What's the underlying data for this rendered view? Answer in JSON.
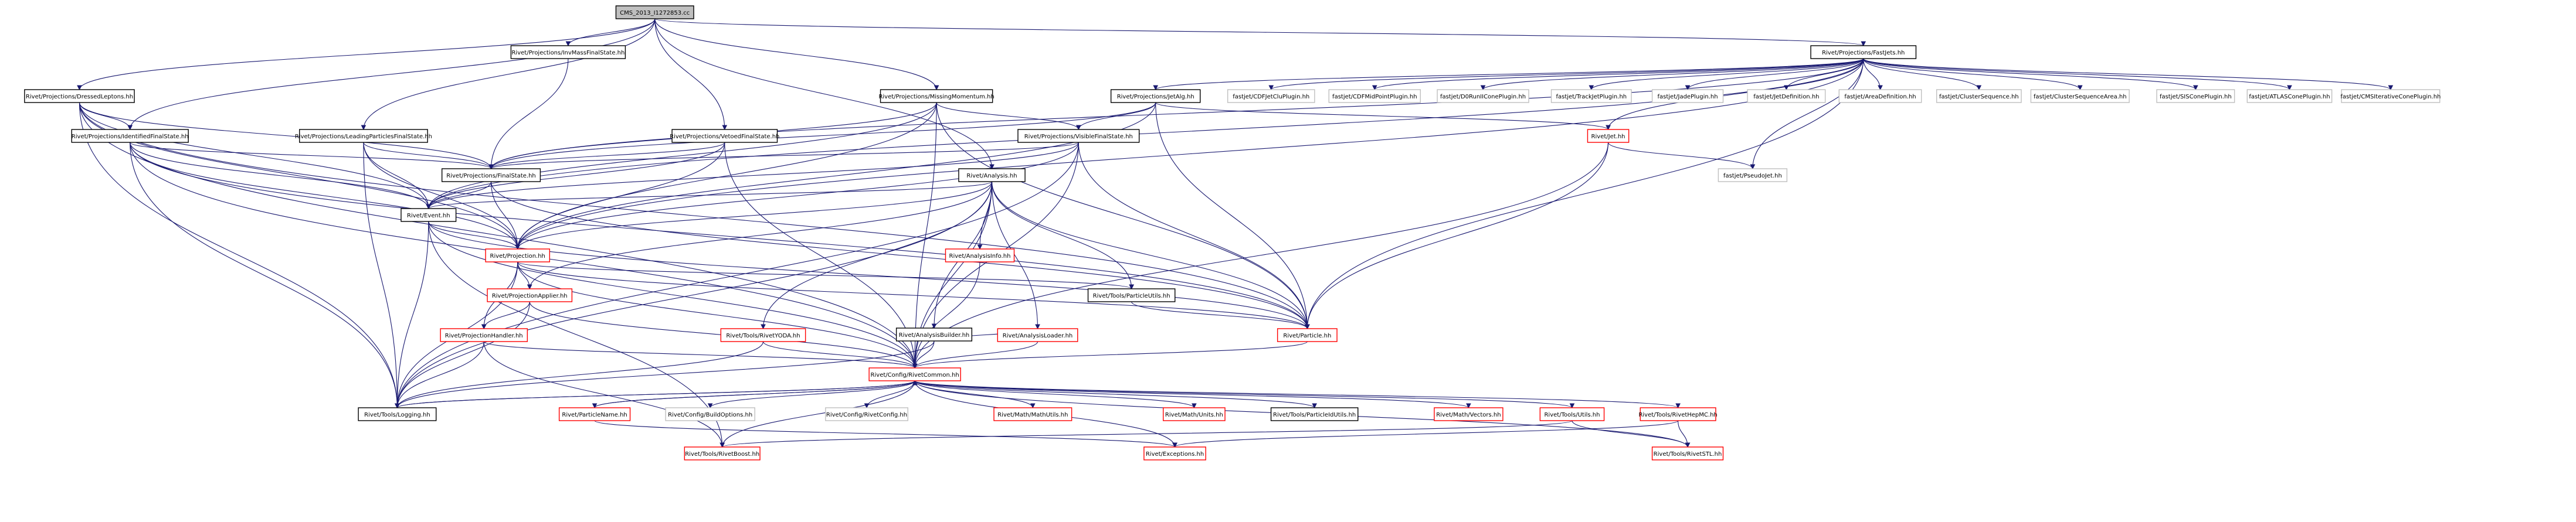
{
  "colors": {
    "edge": "#191970",
    "root_fill": "#bfbfbf",
    "linked_border": "#ff0000",
    "normal_border": "#000000",
    "external_border": "#bfbfbf"
  },
  "nodes": [
    {
      "id": "root",
      "label": "CMS_2013_I1272853.cc",
      "kind": "root"
    },
    {
      "id": "fastjets",
      "label": "Rivet/Projections/FastJets.hh",
      "kind": "normal"
    },
    {
      "id": "invmass",
      "label": "Rivet/Projections/InvMassFinalState.hh",
      "kind": "normal"
    },
    {
      "id": "dressed",
      "label": "Rivet/Projections/DressedLeptons.hh",
      "kind": "normal"
    },
    {
      "id": "missing",
      "label": "Rivet/Projections/MissingMomentum.hh",
      "kind": "normal"
    },
    {
      "id": "jetalg",
      "label": "Rivet/Projections/JetAlg.hh",
      "kind": "normal"
    },
    {
      "id": "cdfjetclu",
      "label": "fastjet/CDFJetCluPlugin.hh",
      "kind": "ext"
    },
    {
      "id": "cdfmid",
      "label": "fastjet/CDFMidPointPlugin.hh",
      "kind": "ext"
    },
    {
      "id": "d0run",
      "label": "fastjet/D0RunIIConePlugin.hh",
      "kind": "ext"
    },
    {
      "id": "trackjet",
      "label": "fastjet/TrackJetPlugin.hh",
      "kind": "ext"
    },
    {
      "id": "jade",
      "label": "fastjet/JadePlugin.hh",
      "kind": "ext"
    },
    {
      "id": "jetdef",
      "label": "fastjet/JetDefinition.hh",
      "kind": "ext"
    },
    {
      "id": "areadef",
      "label": "fastjet/AreaDefinition.hh",
      "kind": "ext"
    },
    {
      "id": "clusterseq",
      "label": "fastjet/ClusterSequence.hh",
      "kind": "ext"
    },
    {
      "id": "clusterseqarea",
      "label": "fastjet/ClusterSequenceArea.hh",
      "kind": "ext"
    },
    {
      "id": "siscone",
      "label": "fastjet/SISConePlugin.hh",
      "kind": "ext"
    },
    {
      "id": "atlascone",
      "label": "fastjet/ATLASConePlugin.hh",
      "kind": "ext"
    },
    {
      "id": "cmsiter",
      "label": "fastjet/CMSIterativeConePlugin.hh",
      "kind": "ext"
    },
    {
      "id": "identified",
      "label": "Rivet/Projections/IdentifiedFinalState.hh",
      "kind": "normal"
    },
    {
      "id": "leading",
      "label": "Rivet/Projections/LeadingParticlesFinalState.hh",
      "kind": "normal"
    },
    {
      "id": "vetoed",
      "label": "Rivet/Projections/VetoedFinalState.hh",
      "kind": "normal"
    },
    {
      "id": "visible",
      "label": "Rivet/Projections/VisibleFinalState.hh",
      "kind": "normal"
    },
    {
      "id": "jet",
      "label": "Rivet/Jet.hh",
      "kind": "linked"
    },
    {
      "id": "pseudojet",
      "label": "fastjet/PseudoJet.hh",
      "kind": "ext"
    },
    {
      "id": "finalstate",
      "label": "Rivet/Projections/FinalState.hh",
      "kind": "normal"
    },
    {
      "id": "analysis",
      "label": "Rivet/Analysis.hh",
      "kind": "normal"
    },
    {
      "id": "event",
      "label": "Rivet/Event.hh",
      "kind": "normal"
    },
    {
      "id": "analysisinfo",
      "label": "Rivet/AnalysisInfo.hh",
      "kind": "linked"
    },
    {
      "id": "projection",
      "label": "Rivet/Projection.hh",
      "kind": "linked"
    },
    {
      "id": "projapplier",
      "label": "Rivet/ProjectionApplier.hh",
      "kind": "linked"
    },
    {
      "id": "particleutils",
      "label": "Rivet/Tools/ParticleUtils.hh",
      "kind": "normal"
    },
    {
      "id": "analysisbuilder",
      "label": "Rivet/AnalysisBuilder.hh",
      "kind": "normal"
    },
    {
      "id": "projhandler",
      "label": "Rivet/ProjectionHandler.hh",
      "kind": "linked"
    },
    {
      "id": "rivetyoda",
      "label": "Rivet/Tools/RivetYODA.hh",
      "kind": "linked"
    },
    {
      "id": "analysisloader",
      "label": "Rivet/AnalysisLoader.hh",
      "kind": "linked"
    },
    {
      "id": "particle",
      "label": "Rivet/Particle.hh",
      "kind": "linked"
    },
    {
      "id": "common",
      "label": "Rivet/Config/RivetCommon.hh",
      "kind": "linked"
    },
    {
      "id": "logging",
      "label": "Rivet/Tools/Logging.hh",
      "kind": "normal"
    },
    {
      "id": "particlename",
      "label": "Rivet/ParticleName.hh",
      "kind": "linked"
    },
    {
      "id": "buildoptions",
      "label": "Rivet/Config/BuildOptions.hh",
      "kind": "ext"
    },
    {
      "id": "rivetconfig",
      "label": "Rivet/Config/RivetConfig.hh",
      "kind": "ext"
    },
    {
      "id": "mathutils",
      "label": "Rivet/Math/MathUtils.hh",
      "kind": "linked"
    },
    {
      "id": "units",
      "label": "Rivet/Math/Units.hh",
      "kind": "linked"
    },
    {
      "id": "particleidutils",
      "label": "Rivet/Tools/ParticleIdUtils.hh",
      "kind": "normal"
    },
    {
      "id": "vectors",
      "label": "Rivet/Math/Vectors.hh",
      "kind": "linked"
    },
    {
      "id": "utils",
      "label": "Rivet/Tools/Utils.hh",
      "kind": "linked"
    },
    {
      "id": "rivethepmc",
      "label": "Rivet/Tools/RivetHepMC.hh",
      "kind": "linked"
    },
    {
      "id": "rivetboost",
      "label": "Rivet/Tools/RivetBoost.hh",
      "kind": "linked"
    },
    {
      "id": "exceptions",
      "label": "Rivet/Exceptions.hh",
      "kind": "linked"
    },
    {
      "id": "rivetstl",
      "label": "Rivet/Tools/RivetSTL.hh",
      "kind": "linked"
    }
  ],
  "edges": [
    [
      "root",
      "fastjets"
    ],
    [
      "root",
      "invmass"
    ],
    [
      "root",
      "dressed"
    ],
    [
      "root",
      "missing"
    ],
    [
      "root",
      "identified"
    ],
    [
      "root",
      "leading"
    ],
    [
      "root",
      "vetoed"
    ],
    [
      "root",
      "analysis"
    ],
    [
      "fastjets",
      "jetalg"
    ],
    [
      "fastjets",
      "cdfjetclu"
    ],
    [
      "fastjets",
      "cdfmid"
    ],
    [
      "fastjets",
      "d0run"
    ],
    [
      "fastjets",
      "trackjet"
    ],
    [
      "fastjets",
      "jade"
    ],
    [
      "fastjets",
      "jetdef"
    ],
    [
      "fastjets",
      "areadef"
    ],
    [
      "fastjets",
      "clusterseq"
    ],
    [
      "fastjets",
      "clusterseqarea"
    ],
    [
      "fastjets",
      "siscone"
    ],
    [
      "fastjets",
      "atlascone"
    ],
    [
      "fastjets",
      "cmsiter"
    ],
    [
      "fastjets",
      "jet"
    ],
    [
      "fastjets",
      "pseudojet"
    ],
    [
      "fastjets",
      "particle"
    ],
    [
      "fastjets",
      "finalstate"
    ],
    [
      "fastjets",
      "projection"
    ],
    [
      "fastjets",
      "event"
    ],
    [
      "invmass",
      "finalstate"
    ],
    [
      "dressed",
      "identified"
    ],
    [
      "dressed",
      "finalstate"
    ],
    [
      "dressed",
      "event"
    ],
    [
      "dressed",
      "projection"
    ],
    [
      "dressed",
      "common"
    ],
    [
      "dressed",
      "logging"
    ],
    [
      "dressed",
      "particle"
    ],
    [
      "missing",
      "visible"
    ],
    [
      "missing",
      "finalstate"
    ],
    [
      "missing",
      "event"
    ],
    [
      "missing",
      "projection"
    ],
    [
      "missing",
      "particle"
    ],
    [
      "missing",
      "common"
    ],
    [
      "jetalg",
      "visible"
    ],
    [
      "jetalg",
      "jet"
    ],
    [
      "jetalg",
      "projection"
    ],
    [
      "jetalg",
      "finalstate"
    ],
    [
      "jetalg",
      "particle"
    ],
    [
      "identified",
      "finalstate"
    ],
    [
      "identified",
      "event"
    ],
    [
      "identified",
      "projection"
    ],
    [
      "identified",
      "particle"
    ],
    [
      "identified",
      "common"
    ],
    [
      "identified",
      "logging"
    ],
    [
      "leading",
      "finalstate"
    ],
    [
      "leading",
      "event"
    ],
    [
      "leading",
      "projection"
    ],
    [
      "leading",
      "logging"
    ],
    [
      "vetoed",
      "finalstate"
    ],
    [
      "vetoed",
      "event"
    ],
    [
      "vetoed",
      "projection"
    ],
    [
      "vetoed",
      "common"
    ],
    [
      "visible",
      "finalstate"
    ],
    [
      "visible",
      "event"
    ],
    [
      "visible",
      "projection"
    ],
    [
      "visible",
      "particle"
    ],
    [
      "visible",
      "common"
    ],
    [
      "visible",
      "logging"
    ],
    [
      "jet",
      "pseudojet"
    ],
    [
      "jet",
      "particle"
    ],
    [
      "jet",
      "common"
    ],
    [
      "finalstate",
      "event"
    ],
    [
      "finalstate",
      "projection"
    ],
    [
      "finalstate",
      "particle"
    ],
    [
      "analysis",
      "analysisinfo"
    ],
    [
      "analysis",
      "event"
    ],
    [
      "analysis",
      "projection"
    ],
    [
      "analysis",
      "projapplier"
    ],
    [
      "analysis",
      "particleutils"
    ],
    [
      "analysis",
      "analysisbuilder"
    ],
    [
      "analysis",
      "rivetyoda"
    ],
    [
      "analysis",
      "analysisloader"
    ],
    [
      "analysis",
      "common"
    ],
    [
      "analysis",
      "logging"
    ],
    [
      "analysis",
      "particle"
    ],
    [
      "event",
      "projection"
    ],
    [
      "event",
      "particle"
    ],
    [
      "event",
      "common"
    ],
    [
      "event",
      "logging"
    ],
    [
      "event",
      "rivetboost"
    ],
    [
      "analysisinfo",
      "common"
    ],
    [
      "projection",
      "projapplier"
    ],
    [
      "projection",
      "projhandler"
    ],
    [
      "projection",
      "common"
    ],
    [
      "projection",
      "logging"
    ],
    [
      "projection",
      "particleutils"
    ],
    [
      "projection",
      "particle"
    ],
    [
      "projapplier",
      "projhandler"
    ],
    [
      "projapplier",
      "common"
    ],
    [
      "projapplier",
      "logging"
    ],
    [
      "particleutils",
      "particle"
    ],
    [
      "analysisbuilder",
      "analysisloader"
    ],
    [
      "analysisbuilder",
      "common"
    ],
    [
      "analysisbuilder",
      "logging"
    ],
    [
      "projhandler",
      "common"
    ],
    [
      "projhandler",
      "logging"
    ],
    [
      "projhandler",
      "rivetboost"
    ],
    [
      "rivetyoda",
      "common"
    ],
    [
      "rivetyoda",
      "logging"
    ],
    [
      "analysisloader",
      "common"
    ],
    [
      "particle",
      "common"
    ],
    [
      "common",
      "logging"
    ],
    [
      "common",
      "particlename"
    ],
    [
      "common",
      "buildoptions"
    ],
    [
      "common",
      "rivetconfig"
    ],
    [
      "common",
      "mathutils"
    ],
    [
      "common",
      "units"
    ],
    [
      "common",
      "particleidutils"
    ],
    [
      "common",
      "vectors"
    ],
    [
      "common",
      "utils"
    ],
    [
      "common",
      "rivethepmc"
    ],
    [
      "common",
      "rivetboost"
    ],
    [
      "common",
      "exceptions"
    ],
    [
      "common",
      "rivetstl"
    ],
    [
      "logging",
      "common"
    ],
    [
      "particlename",
      "common"
    ],
    [
      "particlename",
      "exceptions"
    ],
    [
      "utils",
      "rivetboost"
    ],
    [
      "utils",
      "rivetstl"
    ],
    [
      "rivethepmc",
      "rivetstl"
    ],
    [
      "rivethepmc",
      "exceptions"
    ]
  ]
}
